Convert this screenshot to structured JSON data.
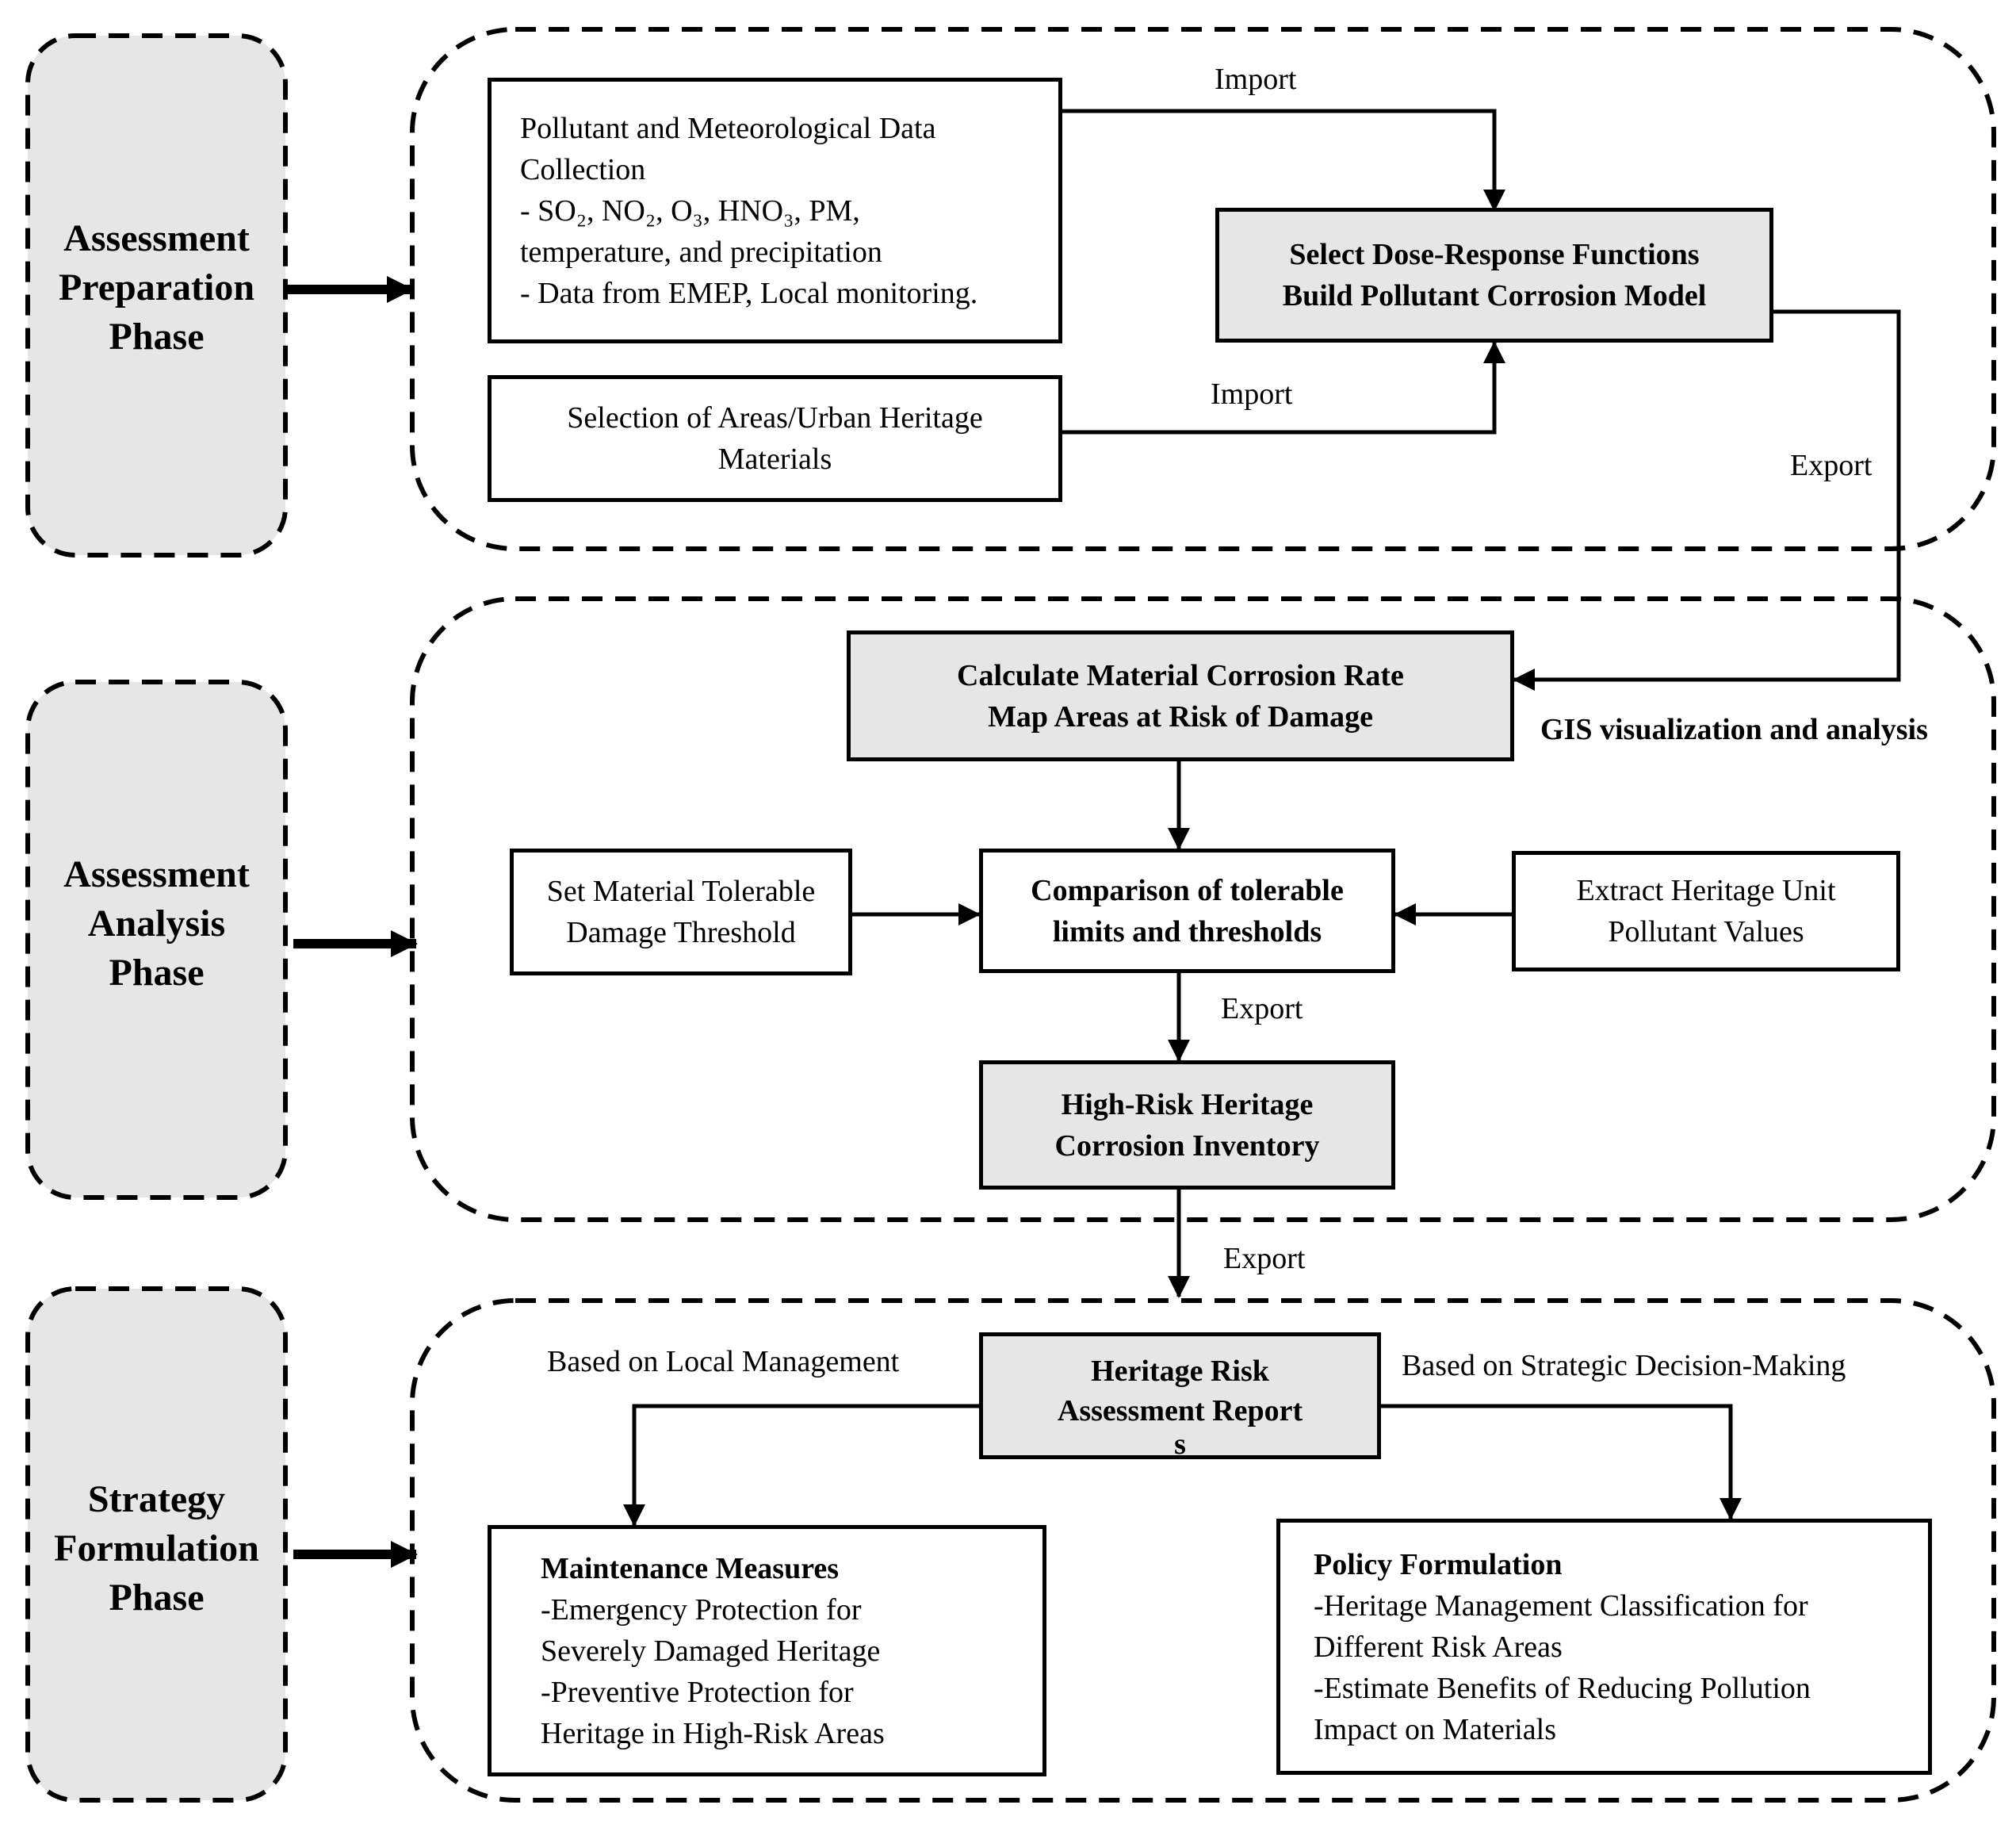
{
  "phases": {
    "preparation": [
      "Assessment",
      "Preparation",
      "Phase"
    ],
    "analysis": [
      "Assessment",
      "Analysis",
      "Phase"
    ],
    "strategy": [
      "Strategy",
      "Formulation",
      "Phase"
    ]
  },
  "boxes": {
    "data_collection": [
      "Pollutant and Meteorological Data",
      "Collection",
      "- SO₂, NO₂, O₃, HNO₃, PM,",
      "temperature, and precipitation",
      "- Data from EMEP, Local monitoring."
    ],
    "selection_areas": [
      "Selection of Areas/Urban Heritage",
      "Materials"
    ],
    "dose_response": [
      "Select Dose-Response Functions",
      "Build Pollutant Corrosion Model"
    ],
    "corrosion_rate": [
      "Calculate Material Corrosion Rate",
      "Map Areas at Risk of Damage"
    ],
    "threshold": [
      "Set Material Tolerable",
      "Damage Threshold"
    ],
    "comparison": [
      "Comparison of tolerable",
      "limits and thresholds"
    ],
    "extract": [
      "Extract Heritage Unit",
      "Pollutant Values"
    ],
    "inventory": [
      "High-Risk Heritage",
      "Corrosion Inventory"
    ],
    "report": [
      "Heritage Risk",
      "Assessment Report",
      "s"
    ],
    "maintenance": {
      "title": "Maintenance Measures",
      "lines": [
        "-Emergency Protection for",
        "Severely Damaged Heritage",
        "-Preventive Protection for",
        "Heritage in High-Risk Areas"
      ]
    },
    "policy": {
      "title": "Policy Formulation",
      "lines": [
        "-Heritage Management Classification for",
        "Different Risk Areas",
        "-Estimate Benefits of Reducing Pollution",
        "Impact on Materials"
      ]
    }
  },
  "labels": {
    "import_1": "Import",
    "import_2": "Import",
    "export_1": "Export",
    "gis": "GIS visualization and analysis",
    "export_2": "Export",
    "export_3": "Export",
    "local_mgmt": "Based on Local Management",
    "strategic": "Based on Strategic Decision-Making"
  },
  "colors": {
    "stroke": "#000000",
    "gray_fill": "#e6e6e6",
    "background": "#ffffff"
  }
}
